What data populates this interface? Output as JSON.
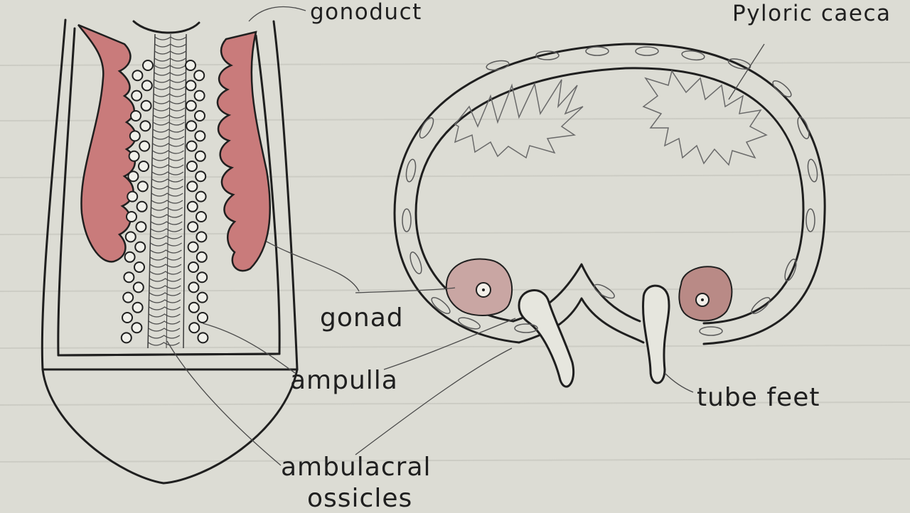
{
  "labels": {
    "gonoduct": "gonoduct",
    "pyloric_caeca": "Pyloric caeca",
    "gonad": "gonad",
    "ampulla": "ampulla",
    "tube_feet": "tube feet",
    "ambulacral_line1": "ambulacral",
    "ambulacral_line2": "ossicles"
  },
  "colors": {
    "paper": "#dcdcd4",
    "ink": "#1f1f1f",
    "gonad_fill": "#c97b7b",
    "faint_lines": "#c4c4bd"
  }
}
